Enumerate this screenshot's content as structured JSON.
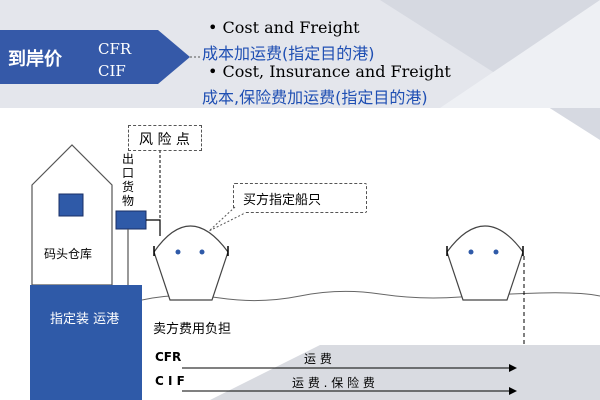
{
  "header": {
    "badge_label": "到岸价",
    "term_codes": [
      "CFR",
      "CIF"
    ]
  },
  "definitions": [
    {
      "english": "• Cost and Freight",
      "chinese": "成本加运费(指定目的港)"
    },
    {
      "english": "• Cost, Insurance and Freight",
      "chinese": "成本,保险费加运费(指定目的港)"
    }
  ],
  "callouts": {
    "risk_point": "风 险 点",
    "buyer_vessel": "买方指定船只"
  },
  "labels": {
    "export_goods": [
      "出",
      "口",
      "货",
      "物"
    ],
    "warehouse": "码头仓库",
    "loading_port": "指定装 运港",
    "seller_bears": "卖方费用负担"
  },
  "rows": [
    {
      "term": "CFR",
      "cost": "运      费"
    },
    {
      "term": "C I F",
      "cost": "运 费 . 保 险 费"
    }
  ],
  "colors": {
    "badge": "#3559a8",
    "warehouse_box": "#2f5aa8",
    "port_block": "#2f5aa8",
    "blue_text": "#1f4fb3"
  }
}
